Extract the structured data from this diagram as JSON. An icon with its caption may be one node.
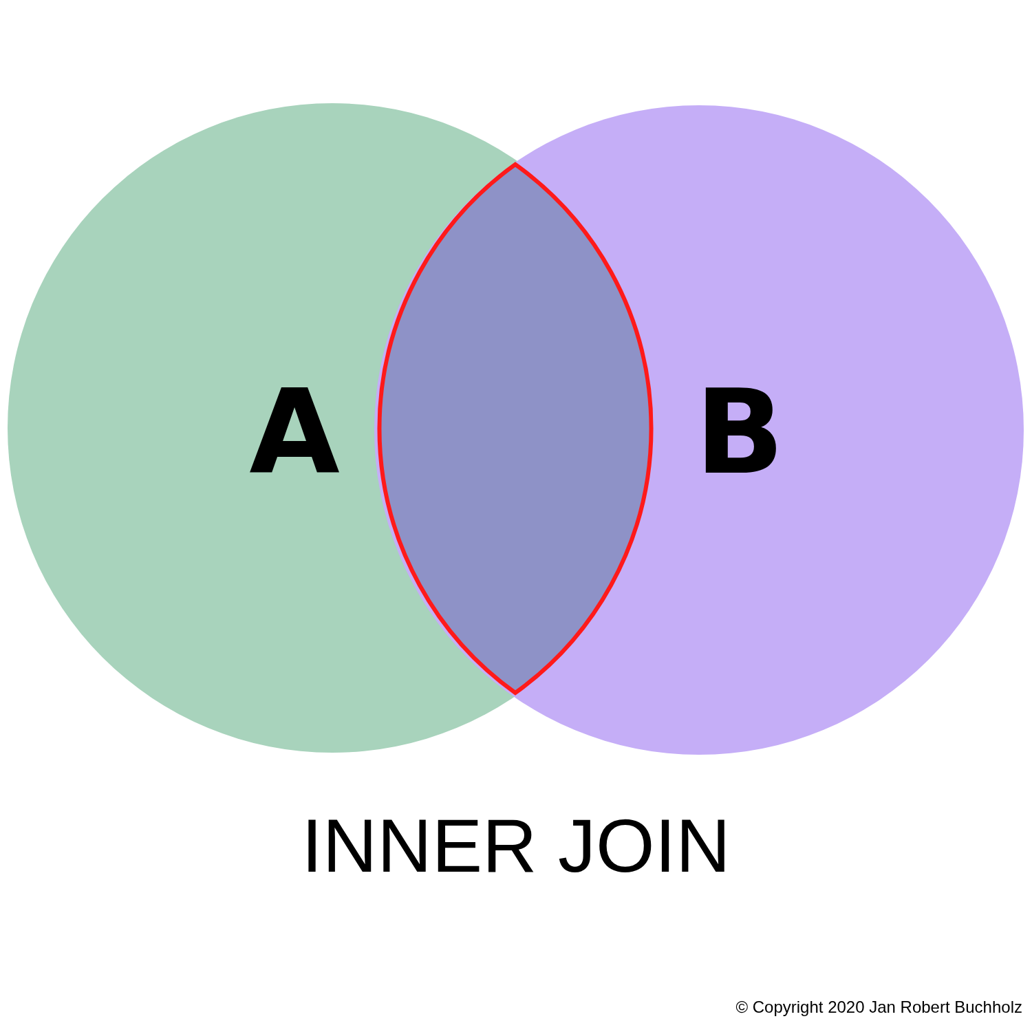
{
  "diagram": {
    "caption": "INNER JOIN",
    "nodes": [
      {
        "text": [
          "A"
        ]
      },
      {
        "text": [
          "B"
        ]
      }
    ],
    "labels": [
      "© Copyright 2020 Jan Robert Buchholz"
    ]
  }
}
